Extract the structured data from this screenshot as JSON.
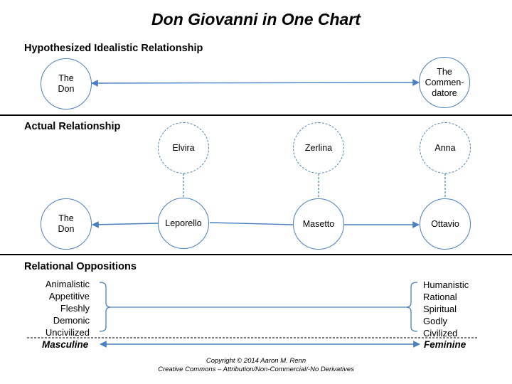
{
  "title": "Don Giovanni in One Chart",
  "sections": {
    "idealistic": "Hypothesized Idealistic Relationship",
    "actual": "Actual Relationship",
    "oppositions": "Relational Oppositions"
  },
  "idealistic": {
    "left": "The\nDon",
    "right": "The\nCommen-\ndatore"
  },
  "actual": {
    "top": [
      "Elvira",
      "Zerlina",
      "Anna"
    ],
    "chain": [
      "The\nDon",
      "Leporello",
      "Masetto",
      "Ottavio"
    ]
  },
  "oppositions": {
    "left": [
      "Animalistic",
      "Appetitive",
      "Fleshly",
      "Demonic",
      "Uncivilized"
    ],
    "right": [
      "Humanistic",
      "Rational",
      "Spiritual",
      "Godly",
      "Civilized"
    ],
    "left_pole": "Masculine",
    "right_pole": "Feminine"
  },
  "footer": {
    "copyright": "Copyright © 2014 Aaron M. Renn",
    "license": "Creative Commons – Attribution/Non-Commercial/-No Derivatives"
  },
  "colors": {
    "line": "#4a7fc1"
  }
}
